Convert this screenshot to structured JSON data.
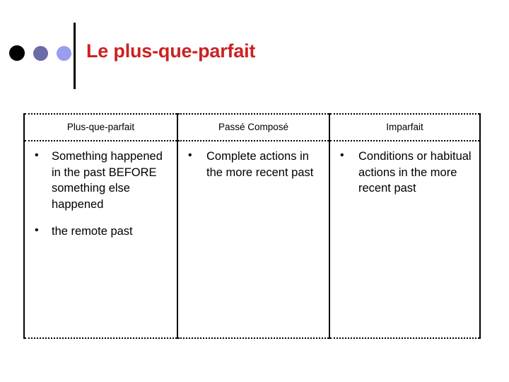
{
  "slide": {
    "title": "Le plus-que-parfait",
    "title_color": "#CC2122",
    "background_color": "#ffffff"
  },
  "decoration": {
    "dots": [
      {
        "name": "dot-black",
        "color": "#000000"
      },
      {
        "name": "dot-slate",
        "color": "#6B6BA8"
      },
      {
        "name": "dot-periwinkle",
        "color": "#9C9CF0"
      }
    ],
    "title_rule_color": "#000000"
  },
  "table": {
    "columns": [
      {
        "header": "Plus-que-parfait"
      },
      {
        "header": "Passé Composé"
      },
      {
        "header": "Imparfait"
      }
    ],
    "cells": [
      {
        "column": "Plus-que-parfait",
        "bullets": [
          "Something happened in the past BEFORE something else happened",
          "the remote past"
        ]
      },
      {
        "column": "Passé Composé",
        "bullets": [
          "Complete actions in the more recent past"
        ]
      },
      {
        "column": "Imparfait",
        "bullets": [
          "Conditions or habitual actions in the more recent past"
        ]
      }
    ]
  }
}
